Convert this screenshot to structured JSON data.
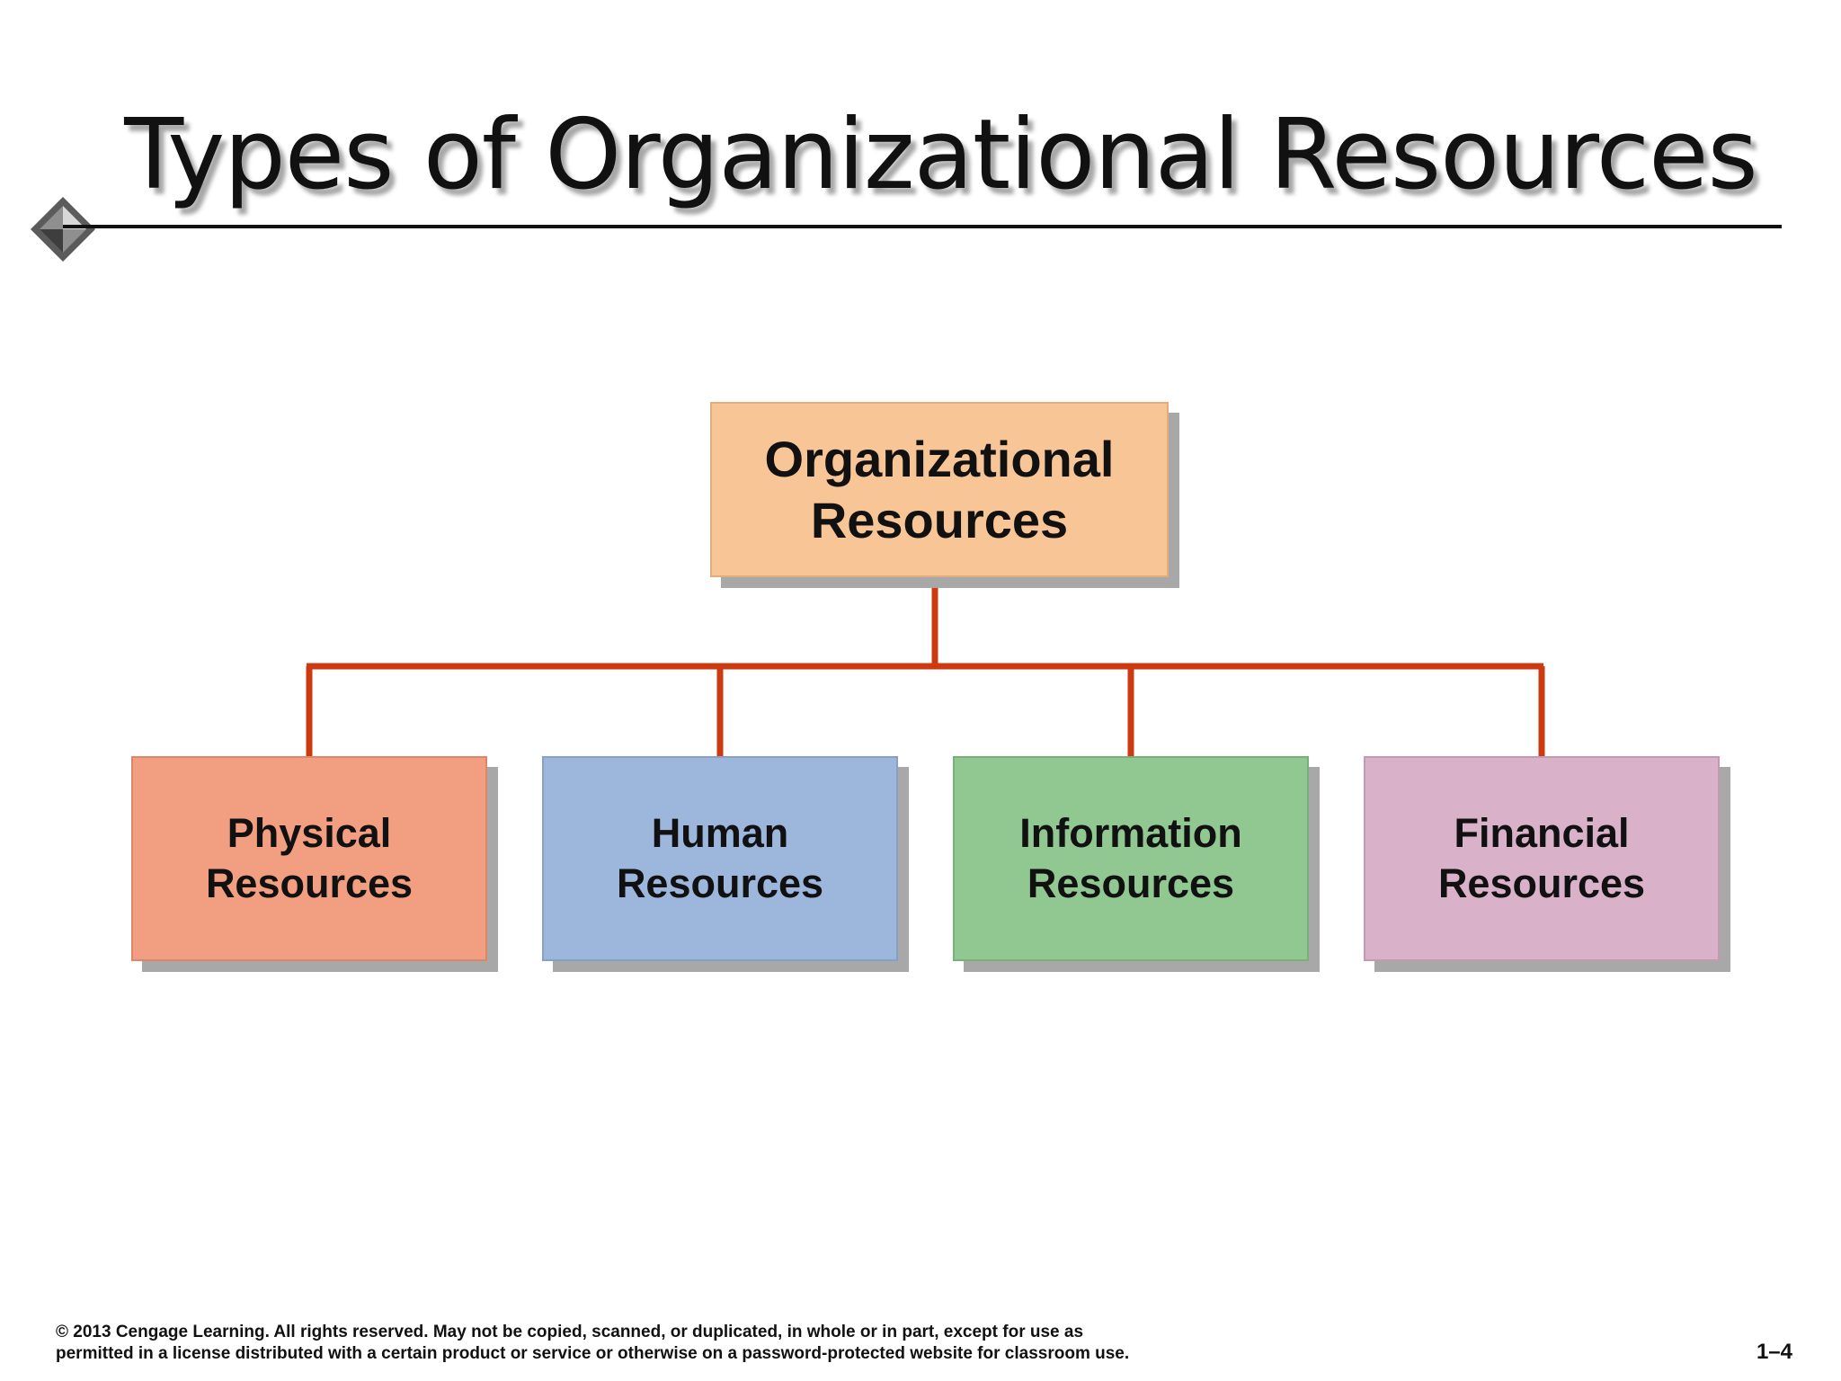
{
  "title": "Types of Organizational Resources",
  "colors": {
    "connector": "#cc3a12",
    "root_fill": "#f7c596",
    "physical_fill": "#f29e80",
    "human_fill": "#9db6dc",
    "information_fill": "#91c891",
    "financial_fill": "#d9b2c9"
  },
  "root": {
    "line1": "Organizational",
    "line2": "Resources"
  },
  "children": [
    {
      "line1": "Physical",
      "line2": "Resources"
    },
    {
      "line1": "Human",
      "line2": "Resources"
    },
    {
      "line1": "Information",
      "line2": "Resources"
    },
    {
      "line1": "Financial",
      "line2": "Resources"
    }
  ],
  "footer": {
    "line1": "© 2013 Cengage Learning. All rights reserved. May not be copied, scanned, or duplicated, in whole or in part, except for use as",
    "line2": "permitted in a license distributed with a certain product or service or otherwise on a password-protected website for classroom use.",
    "page_number": "1–4"
  },
  "icons": {
    "bullet": "diamond-bullet-icon"
  }
}
